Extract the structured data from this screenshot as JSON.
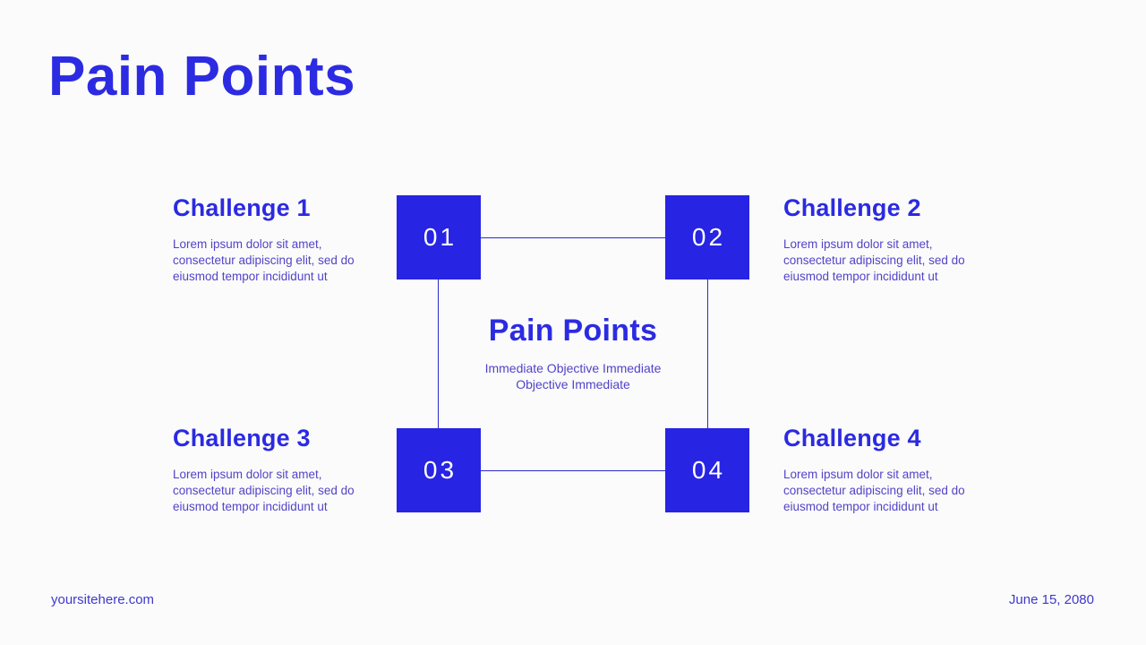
{
  "title": "Pain Points",
  "challenges": [
    {
      "number": "01",
      "title": "Challenge 1",
      "description": "Lorem ipsum dolor sit amet, consectetur adipiscing elit, sed do eiusmod tempor incididunt ut"
    },
    {
      "number": "02",
      "title": "Challenge 2",
      "description": "Lorem ipsum dolor sit amet, consectetur adipiscing elit, sed do eiusmod tempor incididunt ut"
    },
    {
      "number": "03",
      "title": "Challenge 3",
      "description": "Lorem ipsum dolor sit amet, consectetur adipiscing elit, sed do eiusmod tempor incididunt ut"
    },
    {
      "number": "04",
      "title": "Challenge 4",
      "description": "Lorem ipsum dolor sit amet, consectetur adipiscing elit, sed do eiusmod tempor incididunt ut"
    }
  ],
  "center": {
    "title": "Pain Points",
    "subtitle": "Immediate Objective Immediate Objective Immediate"
  },
  "footer": {
    "website": "yoursitehere.com",
    "date": "June 15, 2080"
  },
  "colors": {
    "primary_blue": "#2724E4",
    "heading_blue": "#2B2AE1",
    "body_purple": "#5044C8",
    "line_blue": "#2B2AD0",
    "footer_blue": "#4038CC",
    "number_white": "#FFFFFF",
    "background": "#FBFBFB"
  }
}
